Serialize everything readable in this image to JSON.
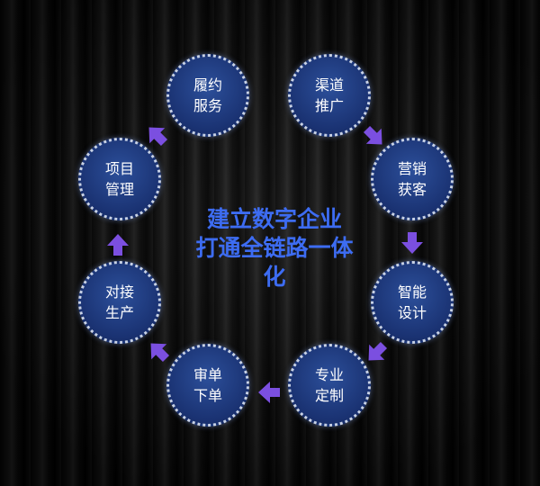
{
  "center_title": {
    "line1": "建立数字企业",
    "line2": "打通全链路一体",
    "line3": "化"
  },
  "nodes": [
    {
      "l1": "履约",
      "l2": "服务"
    },
    {
      "l1": "渠道",
      "l2": "推广"
    },
    {
      "l1": "营销",
      "l2": "获客"
    },
    {
      "l1": "智能",
      "l2": "设计"
    },
    {
      "l1": "专业",
      "l2": "定制"
    },
    {
      "l1": "审单",
      "l2": "下单"
    },
    {
      "l1": "对接",
      "l2": "生产"
    },
    {
      "l1": "项目",
      "l2": "管理"
    }
  ],
  "colors": {
    "accent": "#3d6cf2",
    "arrow": "#7b4fe0",
    "node": "#1a3272"
  }
}
